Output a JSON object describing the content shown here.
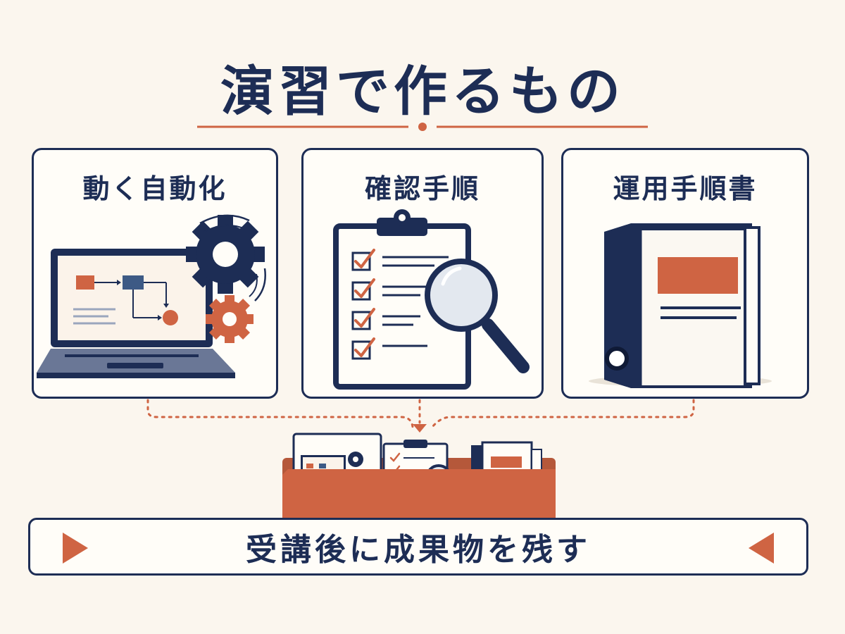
{
  "title": "演習で作るもの",
  "cards": [
    {
      "title": "動く自動化",
      "icon": "laptop-gears-icon"
    },
    {
      "title": "確認手順",
      "icon": "clipboard-magnifier-icon"
    },
    {
      "title": "運用手順書",
      "icon": "binder-icon"
    }
  ],
  "bottom": {
    "label": "受講後に成果物を残す"
  },
  "colors": {
    "navy": "#1d2d55",
    "orange": "#cf6443",
    "background": "#fbf6ee"
  }
}
